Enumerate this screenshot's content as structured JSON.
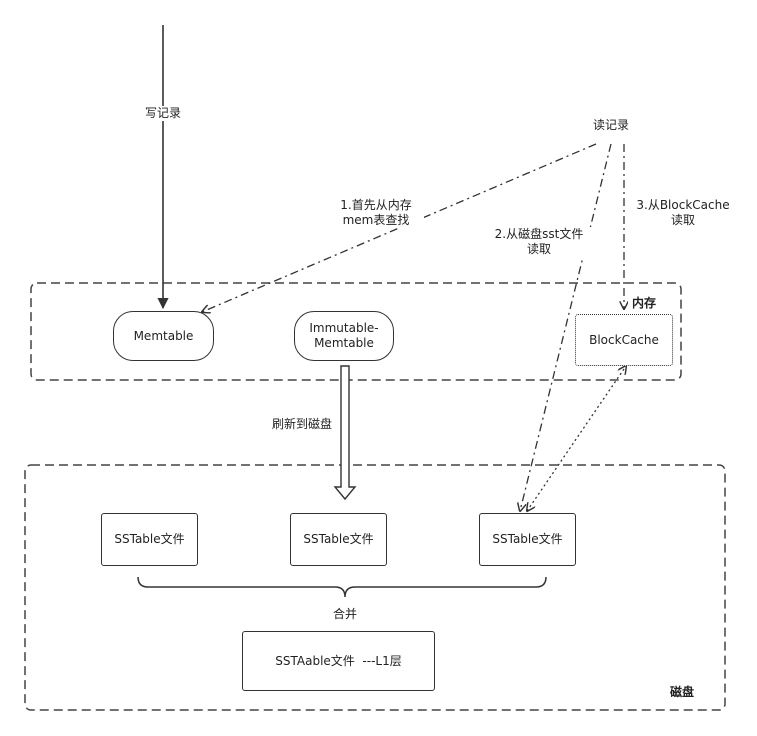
{
  "labels": {
    "write": "写记录",
    "read": "读记录",
    "step1": "1.首先从内存\nmem表查找",
    "step2": "2.从磁盘sst文件\n读取",
    "step3": "3.从BlockCache\n读取",
    "flush": "刷新到磁盘",
    "merge": "合并"
  },
  "regions": {
    "memory": "内存",
    "disk": "磁盘"
  },
  "nodes": {
    "memtable": "Memtable",
    "immutable": "Immutable-\nMemtable",
    "blockcache": "BlockCache",
    "sst1": "SSTable文件",
    "sst2": "SSTable文件",
    "sst3": "SSTable文件",
    "l1": "SSTAable文件  ---L1层"
  }
}
